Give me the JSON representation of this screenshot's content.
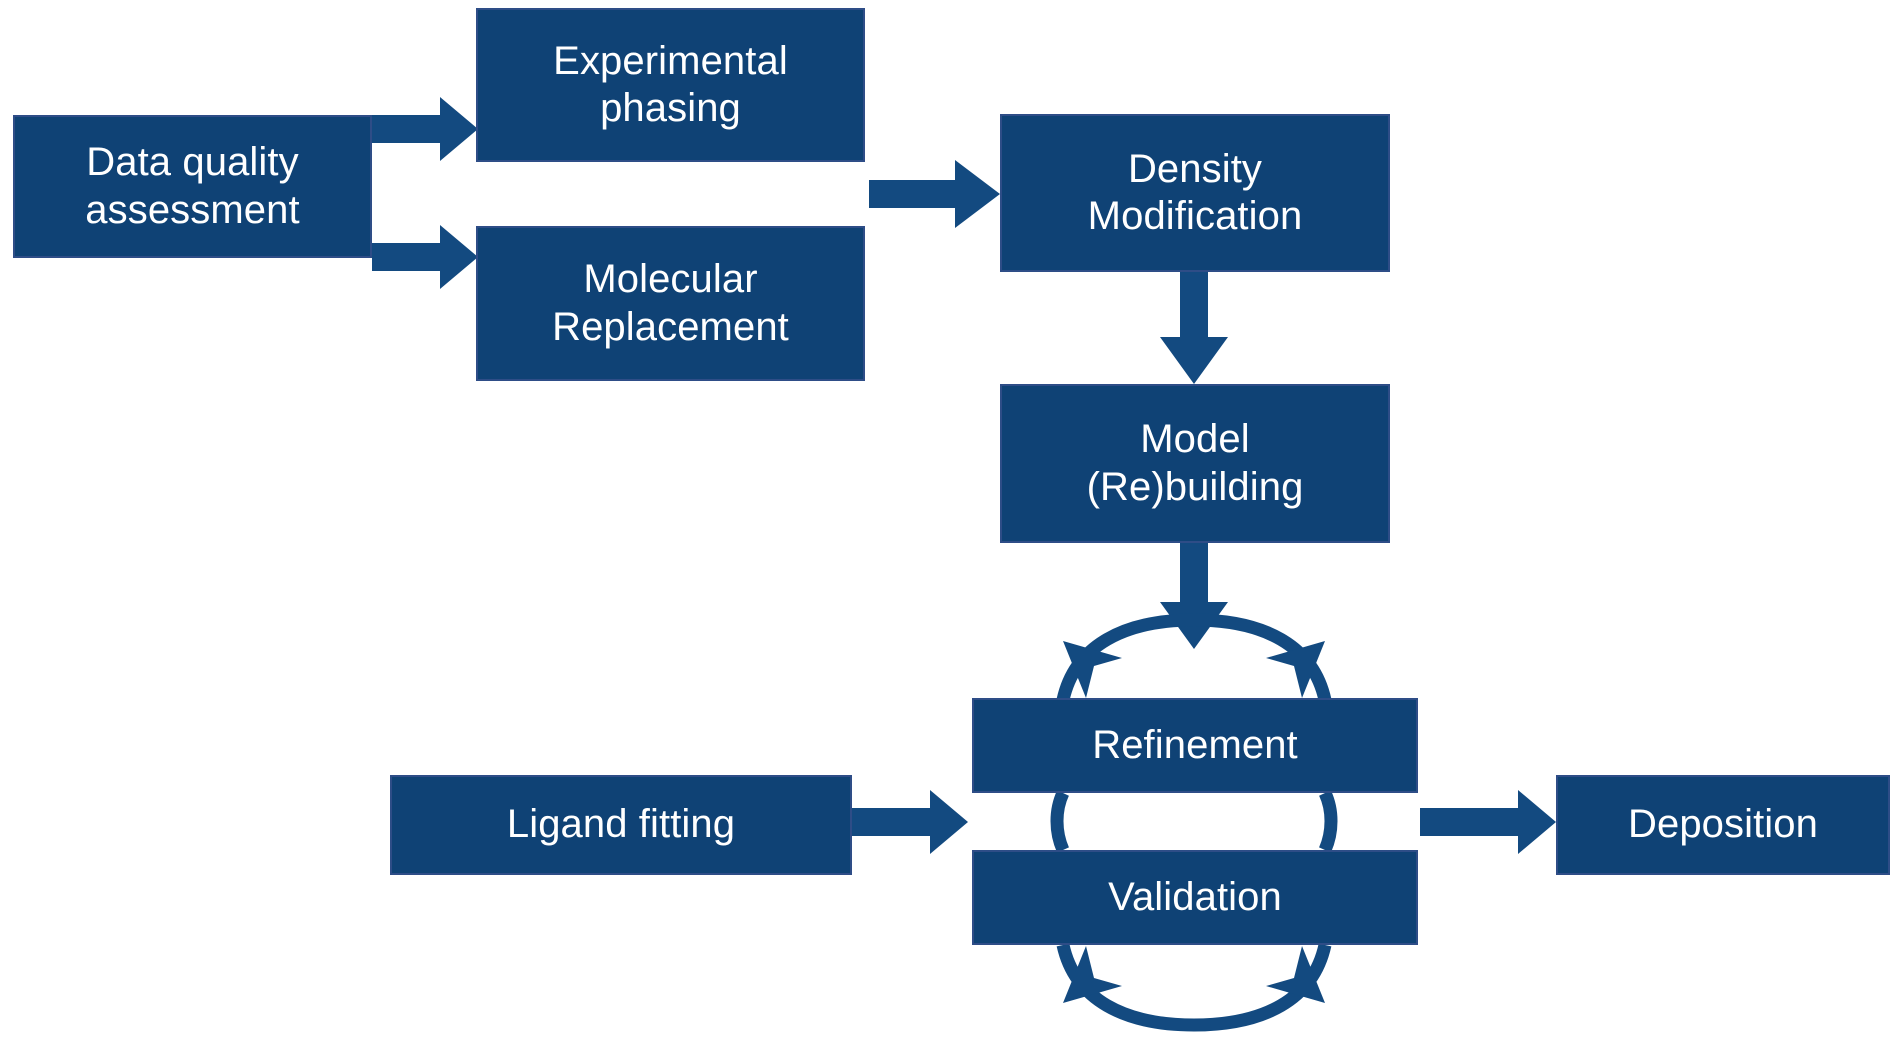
{
  "diagram": {
    "title": "Macromolecular crystallography structure solution workflow",
    "type": "flowchart",
    "background_color": "#ffffff",
    "box_fill_color": "#0f4275",
    "box_border_color": "#2e4d87",
    "box_text_color": "#ffffff",
    "arrow_color": "#134a80"
  },
  "nodes": {
    "data_quality": {
      "label": "Data quality\nassessment"
    },
    "experimental_phasing": {
      "label": "Experimental\nphasing"
    },
    "molecular_replacement": {
      "label": "Molecular\nReplacement"
    },
    "density_modification": {
      "label": "Density\nModification"
    },
    "model_rebuilding": {
      "label": "Model\n(Re)building"
    },
    "refinement": {
      "label": "Refinement"
    },
    "validation": {
      "label": "Validation"
    },
    "ligand_fitting": {
      "label": "Ligand fitting"
    },
    "deposition": {
      "label": "Deposition"
    }
  },
  "edges": [
    {
      "name": "data-quality-to-experimental-phasing",
      "from": "data_quality",
      "to": "experimental_phasing",
      "style": "straight-arrow"
    },
    {
      "name": "data-quality-to-molecular-replacement",
      "from": "data_quality",
      "to": "molecular_replacement",
      "style": "straight-arrow"
    },
    {
      "name": "phasing-to-density-modification",
      "from": "experimental_phasing",
      "to": "density_modification",
      "style": "straight-arrow"
    },
    {
      "name": "density-modification-to-model-rebuilding",
      "from": "density_modification",
      "to": "model_rebuilding",
      "style": "straight-arrow-down"
    },
    {
      "name": "model-rebuilding-to-refinement-cycle",
      "from": "model_rebuilding",
      "to": "refinement",
      "style": "straight-arrow-down"
    },
    {
      "name": "refinement-validation-cycle-top",
      "from": "validation",
      "to": "refinement",
      "style": "curved-arc"
    },
    {
      "name": "refinement-validation-cycle-bottom",
      "from": "refinement",
      "to": "validation",
      "style": "curved-arc"
    },
    {
      "name": "ligand-fitting-to-cycle",
      "from": "ligand_fitting",
      "to": "refinement",
      "style": "straight-arrow"
    },
    {
      "name": "cycle-to-deposition",
      "from": "validation",
      "to": "deposition",
      "style": "straight-arrow"
    }
  ]
}
